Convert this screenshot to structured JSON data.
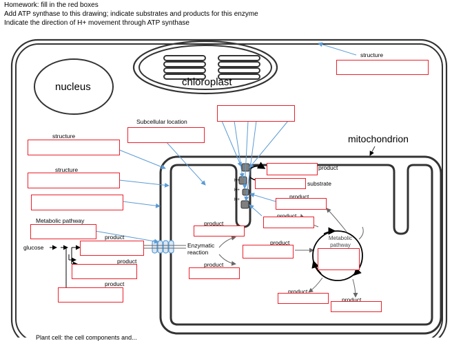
{
  "homework": {
    "line1": "Homework: fill in the red boxes",
    "line2": "Add ATP synthase to this drawing; indicate substrates and products for this enzyme",
    "line3": "Indicate the direction of H+ movement through ATP synthase"
  },
  "labels": {
    "nucleus": "nucleus",
    "chloroplast": "chloroplast",
    "mitochondrion": "mitochondrion",
    "structure_top_right": "structure",
    "structure_left_1": "structure",
    "structure_left_2": "structure",
    "subcellular_location": "Subcellular location",
    "metabolic_pathway_left": "Metabolic pathway",
    "glucose": "glucose",
    "product_glycolysis": "product",
    "product_left_2": "product",
    "product_left_3": "product",
    "enzymatic_reaction": "Enzymatic reaction",
    "product_enzymatic_top": "product",
    "product_enzymatic_bottom": "product",
    "product_mid": "product",
    "product_atp": "product",
    "substrate_atp": "substrate",
    "product_upper_right": "product",
    "product_right_2": "product",
    "metabolic_pathway_cycle": "Metabolic pathway",
    "product_cycle_left": "product",
    "product_cycle_right": "product",
    "h_plus": "H+",
    "cut_off_caption": "Plant cell: the cell components and..."
  },
  "colors": {
    "answer_box_border": "#e8202a",
    "arrow_blue": "#5b9bd5",
    "outline": "#333333"
  }
}
